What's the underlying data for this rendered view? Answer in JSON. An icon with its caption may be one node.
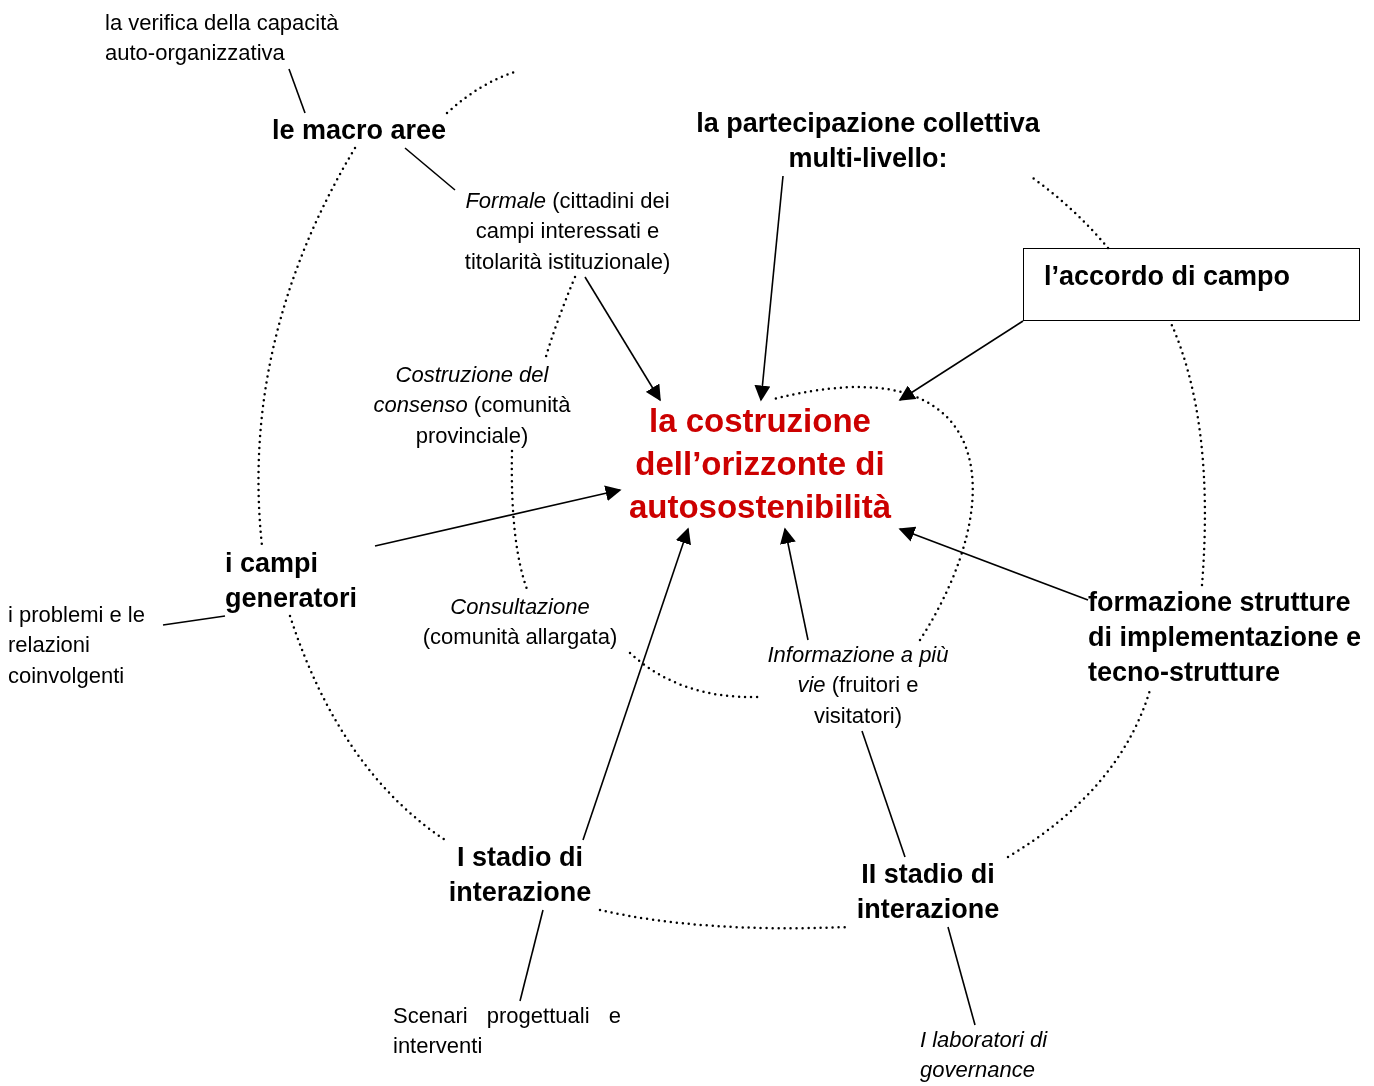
{
  "diagram": {
    "nodes": [
      {
        "text": [
          "la verifica della capacità auto-organizzativa"
        ]
      },
      {
        "text": [
          "le macro aree"
        ]
      },
      {
        "text": [
          "la partecipazione collettiva multi-livello:"
        ]
      },
      {
        "text": [
          "*Formale* (cittadini dei campi interessati e titolarità istituzionale)"
        ]
      },
      {
        "text": [
          "l’accordo di campo"
        ]
      },
      {
        "text": [
          "*Costruzione del consenso* (comunità provinciale)"
        ]
      },
      {
        "text": [
          "la costruzione dell’orizzonte di autosostenibilità"
        ]
      },
      {
        "text": [
          "i campi generatori"
        ]
      },
      {
        "text": [
          "i problemi e le relazioni coinvolgenti"
        ]
      },
      {
        "text": [
          "*Consultazione* (comunità allargata)"
        ]
      },
      {
        "text": [
          "*Informazione a più vie* (fruitori e visitatori)"
        ]
      },
      {
        "text": [
          "formazione strutture di implementazione e tecno-strutture"
        ]
      },
      {
        "text": [
          "I stadio di interazione"
        ]
      },
      {
        "text": [
          "II stadio di interazione"
        ]
      },
      {
        "text": [
          "Scenari progettuali e interventi"
        ]
      },
      {
        "text": [
          "I laboratori di governance"
        ]
      }
    ],
    "edges": [
      {
        "from": 1,
        "to": 0,
        "arrow": "none"
      },
      {
        "from": 1,
        "to": 3,
        "arrow": "none"
      },
      {
        "from": 2,
        "to": 6,
        "arrow": "to"
      },
      {
        "from": 3,
        "to": 6,
        "arrow": "to"
      },
      {
        "from": 4,
        "to": 6,
        "arrow": "to"
      },
      {
        "from": 7,
        "to": 6,
        "arrow": "to"
      },
      {
        "from": 11,
        "to": 6,
        "arrow": "to"
      },
      {
        "from": 12,
        "to": 6,
        "arrow": "to"
      },
      {
        "from": 10,
        "to": 6,
        "arrow": "to"
      },
      {
        "from": 13,
        "to": 10,
        "arrow": "none"
      },
      {
        "from": 7,
        "to": 8,
        "arrow": "none"
      },
      {
        "from": 12,
        "to": 14,
        "arrow": "none"
      },
      {
        "from": 13,
        "to": 15,
        "arrow": "none"
      },
      {
        "from": 1,
        "to": null,
        "arrow": "none",
        "style": "dashed"
      },
      {
        "from": 1,
        "to": 7,
        "arrow": "none",
        "style": "dashed"
      },
      {
        "from": 7,
        "to": 12,
        "arrow": "none",
        "style": "dashed"
      },
      {
        "from": 12,
        "to": 13,
        "arrow": "none",
        "style": "dashed"
      },
      {
        "from": 13,
        "to": 11,
        "arrow": "none",
        "style": "dashed"
      },
      {
        "from": 11,
        "to": 4,
        "arrow": "none",
        "style": "dashed"
      },
      {
        "from": 4,
        "to": 2,
        "arrow": "none",
        "style": "dashed"
      },
      {
        "from": 3,
        "to": 5,
        "arrow": "none",
        "style": "dashed"
      },
      {
        "from": 5,
        "to": 9,
        "arrow": "none",
        "style": "dashed"
      },
      {
        "from": 9,
        "to": 10,
        "arrow": "none",
        "style": "dashed"
      },
      {
        "from": 10,
        "to": 6,
        "arrow": "none",
        "style": "dashed"
      }
    ]
  }
}
